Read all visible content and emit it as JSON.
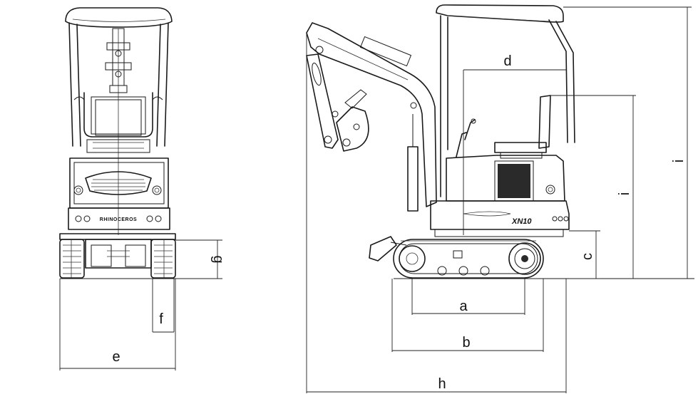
{
  "front_view": {
    "brand_text": "RHINOCEROS",
    "labels": {
      "e": "e",
      "f": "f",
      "g": "g"
    }
  },
  "side_view": {
    "model_text": "XN10",
    "labels": {
      "a": "a",
      "b": "b",
      "c": "c",
      "d": "d",
      "h": "h",
      "i_outer": "i",
      "i_inner": "i"
    }
  },
  "colors": {
    "line": "#1a1a1a",
    "background": "#ffffff"
  }
}
